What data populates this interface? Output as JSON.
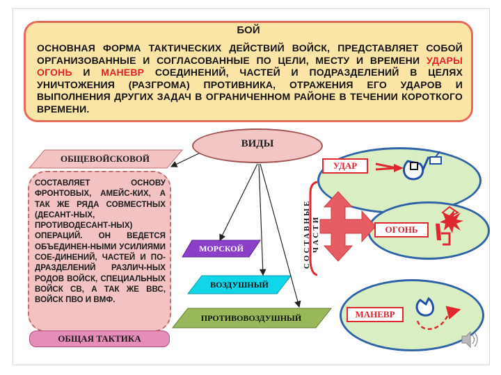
{
  "definition": {
    "title": "БОЙ",
    "text_before": "ОСНОВНАЯ ФОРМА ТАКТИЧЕСКИХ ДЕЙСТВИЙ ВОЙСК, ПРЕДСТАВЛЯЕТ СОБОЙ ОРГАНИЗОВАННЫЕ И СОГЛАСОВАННЫЕ ПО ЦЕЛИ, МЕСТУ И ВРЕМЕНИ ",
    "red_1": "УДАРЫ ОГОНЬ",
    "and_word": " И ",
    "red_2": "МАНЕВР",
    "text_after": " СОЕДИНЕНИЙ, ЧАСТЕЙ И ПОДРАЗДЕЛЕНИЙ В ЦЕЛЯХ УНИЧТОЖЕНИЯ (РАЗГРОМА) ПРОТИВНИКА, ОТРАЖЕНИЯ ЕГО УДАРОВ И ВЫПОЛНЕНИЯ ДРУГИХ ЗАДАЧ В ОГРАНИЧЕННОМ РАЙОНЕ В ТЕЧЕНИИ КОРОТКОГО ВРЕМЕНИ."
  },
  "types": {
    "title": "ВИДЫ",
    "items": [
      "ОБЩЕВОЙСКОВОЙ",
      "МОРСКОЙ",
      "ВОЗДУШНЫЙ",
      "ПРОТИВОВОЗДУШНЫЙ"
    ]
  },
  "general_description": "СОСТАВЛЯЕТ ОСНОВУ ФРОНТОВЫХ, АМЕЙС-КИХ, А ТАК ЖЕ РЯДА СОВМЕСТНЫХ (ДЕСАНТ-НЫХ, ПРОТИВОДЕСАНТ-НЫХ) ОПЕРАЦИЙ. ОН ВЕДЕТСЯ ОБЪЕДИНЕН-НЫМИ УСИЛИЯМИ СОЕ-ДИНЕНИЙ, ЧАСТЕЙ И ПО-ДРАЗДЕЛЕНИЙ РАЗЛИЧ-НЫХ РОДОВ ВОЙСК, СПЕЦИАЛЬНЫХ ВОЙСК СВ, А ТАК ЖЕ ВВС, ВОЙСК ПВО И ВМФ.",
  "general_tactics": "ОБЩАЯ ТАКТИКА",
  "components": {
    "line1": "СОСТАВНЫЕ",
    "line2": "ЧАСТИ",
    "items": [
      "УДАР",
      "ОГОНЬ",
      "МАНЕВР"
    ]
  },
  "colors": {
    "definition_bg": "#fbe5a6",
    "definition_border": "#e56a5a",
    "accent_red": "#e3202a",
    "oval_green": "#d9efc3",
    "oval_border": "#2f63a8",
    "naval": "#8b3fc8",
    "air": "#11d6ea",
    "air_defense": "#98b85a",
    "general": "#f3c3c3",
    "tactics": "#e78db9"
  },
  "icons": [
    "strike-arrow-icon",
    "target-icon",
    "flag-icon",
    "fire-explosion-icon",
    "gun-icon",
    "maneuver-arrow-icon",
    "speaker-icon"
  ]
}
